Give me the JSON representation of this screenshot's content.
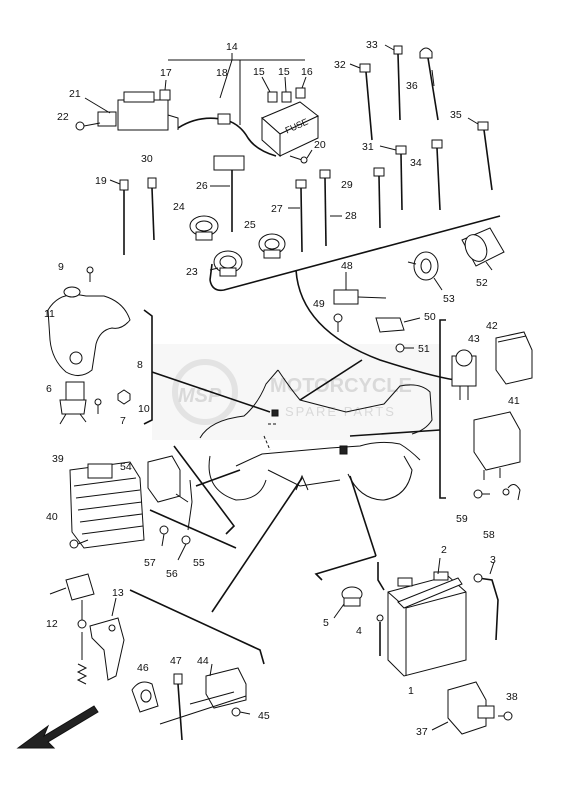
{
  "labels": {
    "l1": "1",
    "l2": "2",
    "l3": "3",
    "l4": "4",
    "l5": "5",
    "l6": "6",
    "l7": "7",
    "l8": "8",
    "l9": "9",
    "l10": "10",
    "l11": "11",
    "l12": "12",
    "l13": "13",
    "l14": "14",
    "l15a": "15",
    "l15b": "15",
    "l16": "16",
    "l17": "17",
    "l18": "18",
    "l19": "19",
    "l20": "20",
    "l21": "21",
    "l22": "22",
    "l23": "23",
    "l24": "24",
    "l25": "25",
    "l26": "26",
    "l27": "27",
    "l28": "28",
    "l29": "29",
    "l30": "30",
    "l31": "31",
    "l32": "32",
    "l33": "33",
    "l34": "34",
    "l35": "35",
    "l36": "36",
    "l37": "37",
    "l38": "38",
    "l39": "39",
    "l40": "40",
    "l41": "41",
    "l42": "42",
    "l43": "43",
    "l44": "44",
    "l45": "45",
    "l46": "46",
    "l47": "47",
    "l48": "48",
    "l49": "49",
    "l50": "50",
    "l51": "51",
    "l52": "52",
    "l53": "53",
    "l54": "54",
    "l55": "55",
    "l56": "56",
    "l57": "57",
    "l58": "58",
    "l59": "59"
  },
  "fuse_box_text": "FUSE",
  "watermark": {
    "logo": "MSP",
    "line1": "MOTORCYCLE",
    "line2": "SPARE PARTS"
  },
  "colors": {
    "line": "#111111",
    "watermark": "#d9d9d9"
  }
}
